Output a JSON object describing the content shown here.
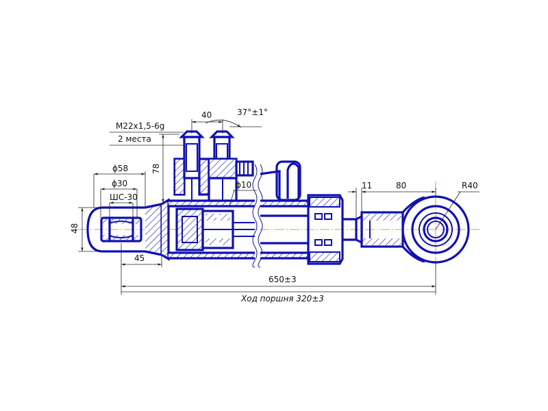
{
  "colors": {
    "outline": "#1010b4",
    "dimension": "#222222",
    "axis": "#e07a1a"
  },
  "dimensions": {
    "thread": "M22x1,5-6g",
    "places": "2 места",
    "spacing": "40",
    "angle": "37°±1°",
    "height": "78",
    "port_dia": "ϕ10",
    "outer_dia": "ϕ58",
    "inner_dia": "ϕ30",
    "bearing": "ШС-30",
    "eye_height": "48",
    "eye_offset": "45",
    "rod_gap": "11",
    "rod_length": "80",
    "radius": "R40",
    "total_length": "650±3",
    "stroke": "Ход поршня 320±3"
  }
}
